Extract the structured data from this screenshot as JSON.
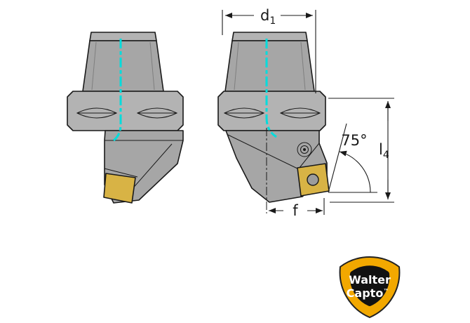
{
  "dimensions": {
    "d1": {
      "base": "d",
      "sub": "1"
    },
    "l4": {
      "base": "l",
      "sub": "4"
    },
    "angle": "75°",
    "f": "f"
  },
  "logo": {
    "line1": "Walter",
    "line2": "Capto",
    "tm": "™"
  },
  "colors": {
    "metal": "#a6a6a6",
    "metal-light": "#b3b3b3",
    "metal-dark": "#8f8f8f",
    "insert": "#d8b345",
    "coolant": "#00dcdc",
    "line": "#1a1a1a",
    "logo-yellow": "#f2a800",
    "logo-black": "#121212",
    "logo-text": "#ffffff"
  }
}
